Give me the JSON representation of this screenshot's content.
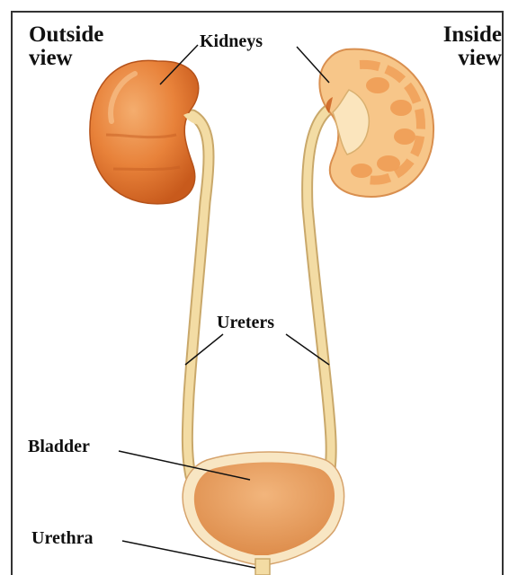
{
  "labels": {
    "outside_view": [
      "Outside",
      "view"
    ],
    "inside_view": [
      "Inside",
      "view"
    ],
    "kidneys": "Kidneys",
    "ureters": "Ureters",
    "bladder": "Bladder",
    "urethra": "Urethra"
  },
  "colors": {
    "kidney_outer": "#e8823a",
    "kidney_highlight": "#f4ad6e",
    "kidney_shadow": "#c85a1c",
    "kidney_inside": "#f7c689",
    "kidney_inside_lobe": "#ef9a52",
    "ureter": "#f3dca4",
    "ureter_edge": "#c9a86a",
    "bladder": "#eca466",
    "bladder_rim": "#f8e6c3",
    "leader_line": "#111111"
  }
}
